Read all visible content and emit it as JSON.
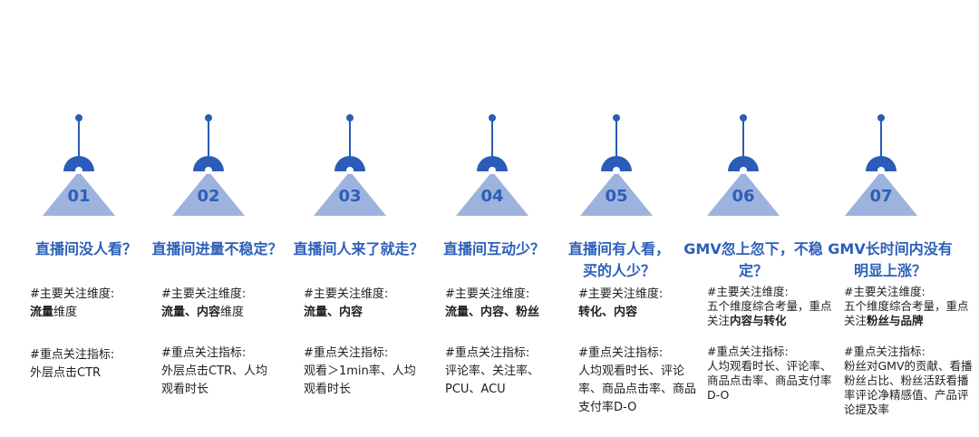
{
  "items": [
    {
      "num": "01",
      "title": "直播间没人看？",
      "dim_label": "#主要关注维度:",
      "dim_bold": "流量",
      "dim_rest": "维度",
      "idx_label": "#重点关注指标:",
      "idx_text": "外层点击CTR"
    },
    {
      "num": "02",
      "title": "直播间进量不稳定？",
      "dim_label": "#主要关注维度:",
      "dim_bold": "流量、内容",
      "dim_rest": "维度",
      "idx_label": "#重点关注指标:",
      "idx_text": "外层点击CTR、人均观看时长"
    },
    {
      "num": "03",
      "title": "直播间人来了就走？",
      "dim_label": "#主要关注维度:",
      "dim_bold": "流量、内容",
      "dim_rest": "",
      "idx_label": "#重点关注指标:",
      "idx_text": "观看＞1min率、人均观看时长"
    },
    {
      "num": "04",
      "title": "直播间互动少？",
      "dim_label": "#主要关注维度:",
      "dim_bold": "流量、内容、粉丝",
      "dim_rest": "",
      "idx_label": "#重点关注指标:",
      "idx_text": "评论率、关注率、PCU、ACU"
    },
    {
      "num": "05",
      "title": "直播间有人看，买的人少？",
      "dim_label": "#主要关注维度:",
      "dim_bold": "转化、内容",
      "dim_rest": "",
      "idx_label": "#重点关注指标:",
      "idx_text": "人均观看时长、评论率、商品点击率、商品支付率D-O"
    },
    {
      "num": "06",
      "title": "GMV忽上忽下，不稳定？",
      "dim_label": "#主要关注维度:",
      "dim_pre": "五个维度综合考量，重点关注",
      "dim_bold": "内容与转化",
      "dim_rest": "",
      "idx_label": "#重点关注指标:",
      "idx_text": "人均观看时长、评论率、商品点击率、商品支付率D-O"
    },
    {
      "num": "07",
      "title": "GMV长时间内没有明显上涨？",
      "dim_label": "#主要关注维度:",
      "dim_pre": "五个维度综合考量，重点关注",
      "dim_bold": "粉丝与品牌",
      "dim_rest": "",
      "idx_label": "#重点关注指标:",
      "idx_text": "粉丝对GMV的贡献、看播粉丝占比、粉丝活跃看播率评论净精感值、产品评论提及率"
    }
  ]
}
